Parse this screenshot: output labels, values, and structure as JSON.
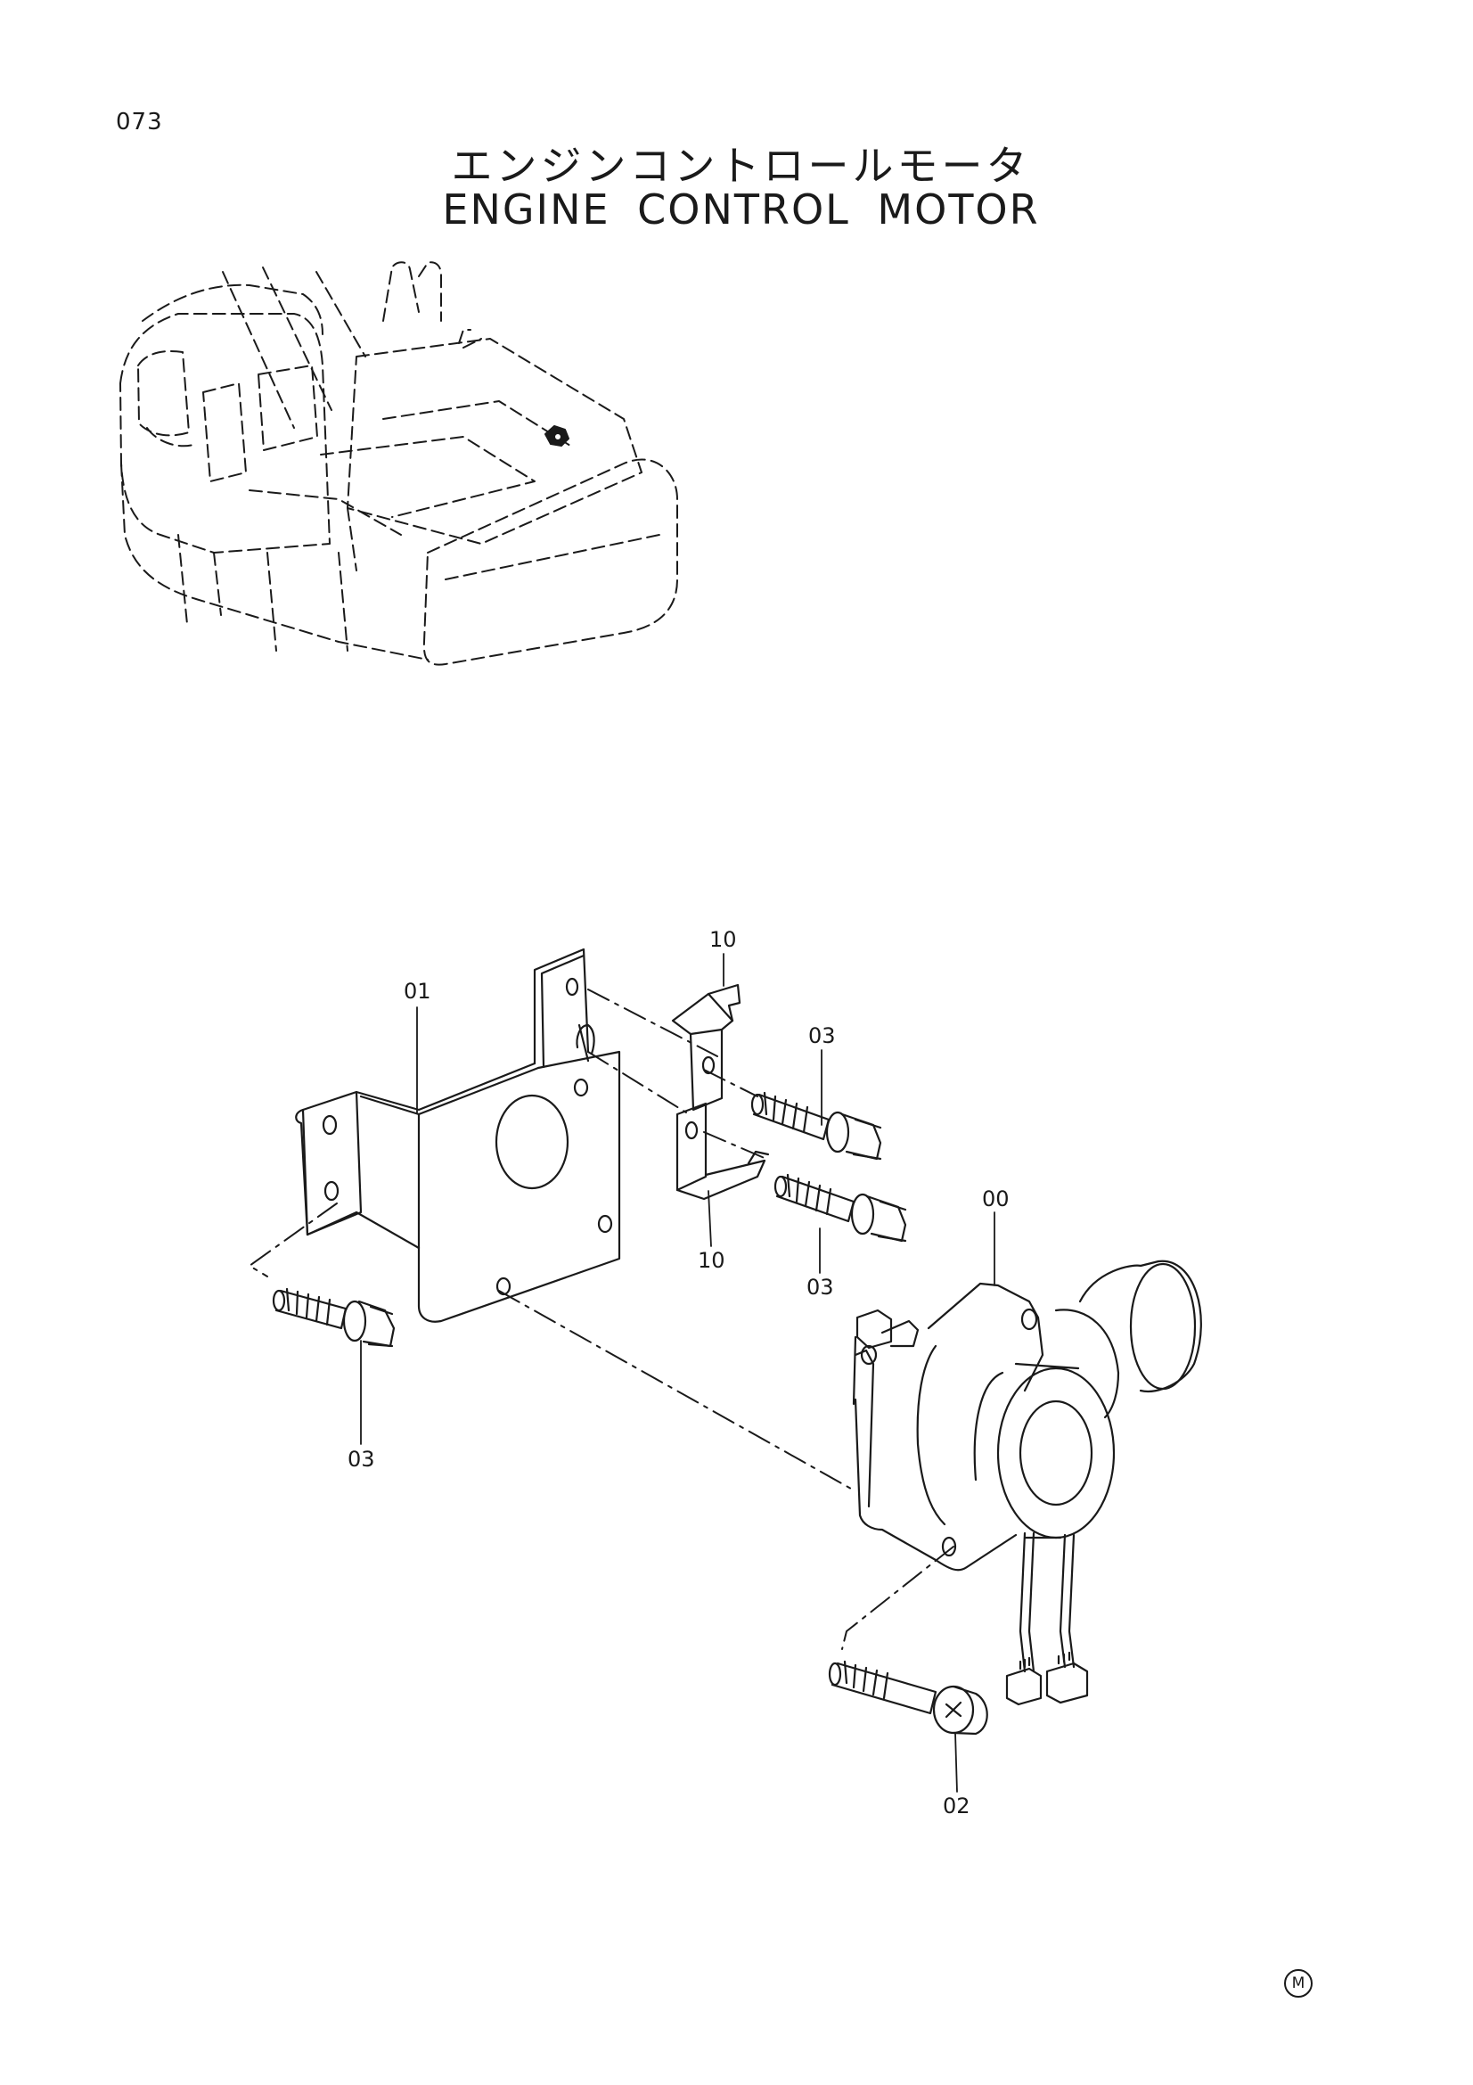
{
  "page_number": "073",
  "title_jp": "エンジンコントロールモータ",
  "title_en": "ENGINE CONTROL MOTOR",
  "footer_mark": "M",
  "callouts": {
    "bracket": "01",
    "stopper_top": "10",
    "stopper_bottom": "10",
    "bolt_upper_right": "03",
    "bolt_lower_right": "03",
    "bolt_left": "03",
    "motor": "00",
    "motor_screw": "02"
  }
}
